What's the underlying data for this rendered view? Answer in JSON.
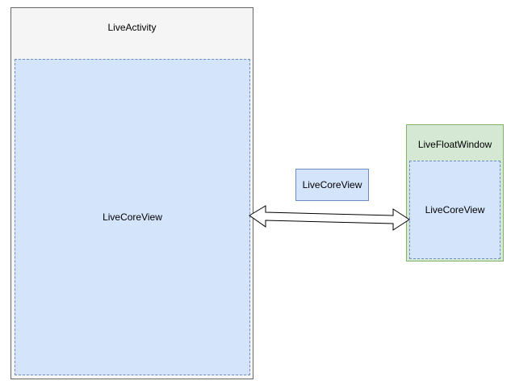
{
  "live_activity": {
    "title": "LiveActivity",
    "core_view_label": "LiveCoreView"
  },
  "floating_core_view": {
    "label": "LiveCoreView"
  },
  "live_float_window": {
    "title": "LiveFloatWindow",
    "core_view_label": "LiveCoreView"
  },
  "colors": {
    "container_fill": "#f5f5f5",
    "container_stroke": "#666666",
    "core_view_fill": "#d4e4fb",
    "core_view_stroke": "#6c8ebf",
    "float_window_fill": "#d5e8d4",
    "float_window_stroke": "#82b366",
    "arrow_fill": "#ffffff",
    "arrow_stroke": "#000000"
  }
}
